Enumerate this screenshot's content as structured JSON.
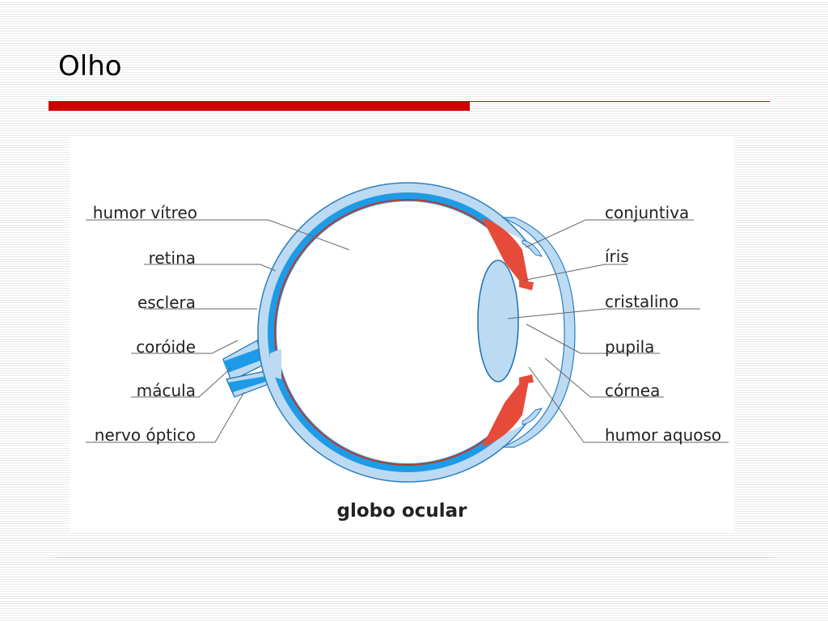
{
  "slide": {
    "title": "Olho"
  },
  "diagram": {
    "caption": "globo ocular",
    "labels_left": [
      "humor vítreo",
      "retina",
      "esclera",
      "coróide",
      "mácula",
      "nervo óptico"
    ],
    "labels_right": [
      "conjuntiva",
      "íris",
      "cristalino",
      "pupila",
      "córnea",
      "humor aquoso"
    ]
  },
  "colors": {
    "accent_red": "#cc0000",
    "sclera_blue": "#bcdaf2",
    "choroid_blue": "#1e9be6",
    "iris_red": "#e64b3a",
    "lens_blue": "#bcdaf2",
    "leader_line": "#666666"
  }
}
